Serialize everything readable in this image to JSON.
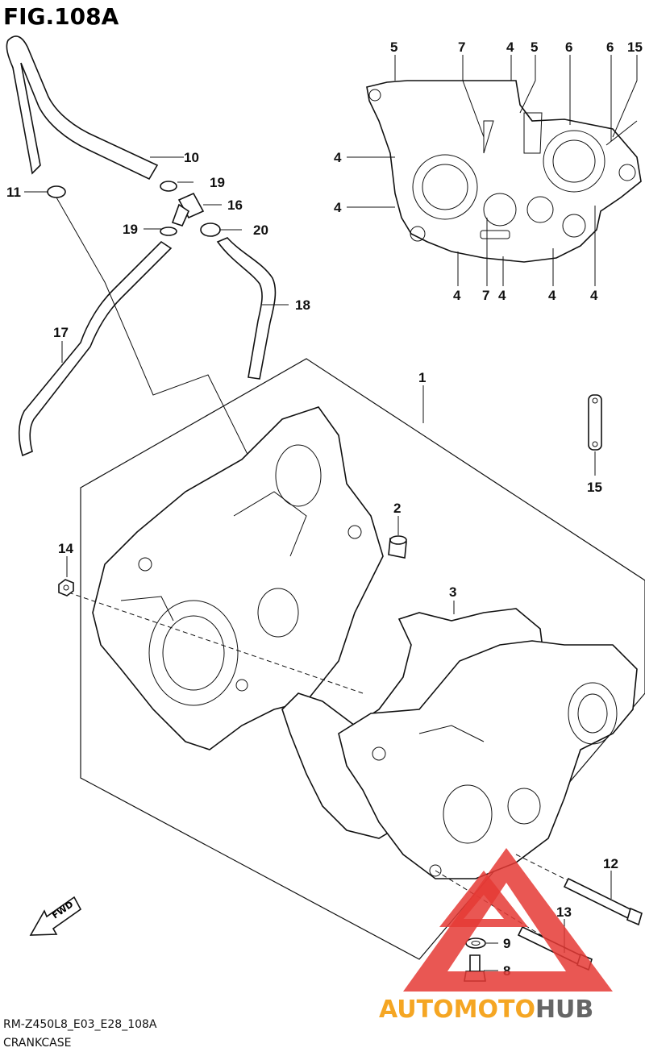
{
  "title": "FIG.108A",
  "footer": {
    "model_code": "RM-Z450L8_E03_E28_108A",
    "section": "CRANKCASE"
  },
  "fwd_label": "FWD",
  "watermark": {
    "part1": "AUTO",
    "part2": "MOTO",
    "part3": "HUB",
    "colors": {
      "red": "#e53935",
      "orange": "#f5a623",
      "gray": "#666666"
    }
  },
  "callouts": [
    {
      "id": "c10",
      "text": "10"
    },
    {
      "id": "c19a",
      "text": "19"
    },
    {
      "id": "c11",
      "text": "11"
    },
    {
      "id": "c16",
      "text": "16"
    },
    {
      "id": "c19b",
      "text": "19"
    },
    {
      "id": "c20",
      "text": "20"
    },
    {
      "id": "c18",
      "text": "18"
    },
    {
      "id": "c17",
      "text": "17"
    },
    {
      "id": "c1",
      "text": "1"
    },
    {
      "id": "c15b",
      "text": "15"
    },
    {
      "id": "c2",
      "text": "2"
    },
    {
      "id": "c14",
      "text": "14"
    },
    {
      "id": "c3",
      "text": "3"
    },
    {
      "id": "c12",
      "text": "12"
    },
    {
      "id": "c13",
      "text": "13"
    },
    {
      "id": "c9",
      "text": "9"
    },
    {
      "id": "c8",
      "text": "8"
    },
    {
      "id": "t5a",
      "text": "5"
    },
    {
      "id": "t7a",
      "text": "7"
    },
    {
      "id": "t4a",
      "text": "4"
    },
    {
      "id": "t5b",
      "text": "5"
    },
    {
      "id": "t6a",
      "text": "6"
    },
    {
      "id": "t6b",
      "text": "6"
    },
    {
      "id": "t15",
      "text": "15"
    },
    {
      "id": "t4b",
      "text": "4"
    },
    {
      "id": "t4c",
      "text": "4"
    },
    {
      "id": "t4d",
      "text": "4"
    },
    {
      "id": "t7b",
      "text": "7"
    },
    {
      "id": "t4e",
      "text": "4"
    },
    {
      "id": "t4f",
      "text": "4"
    },
    {
      "id": "t4g",
      "text": "4"
    }
  ]
}
